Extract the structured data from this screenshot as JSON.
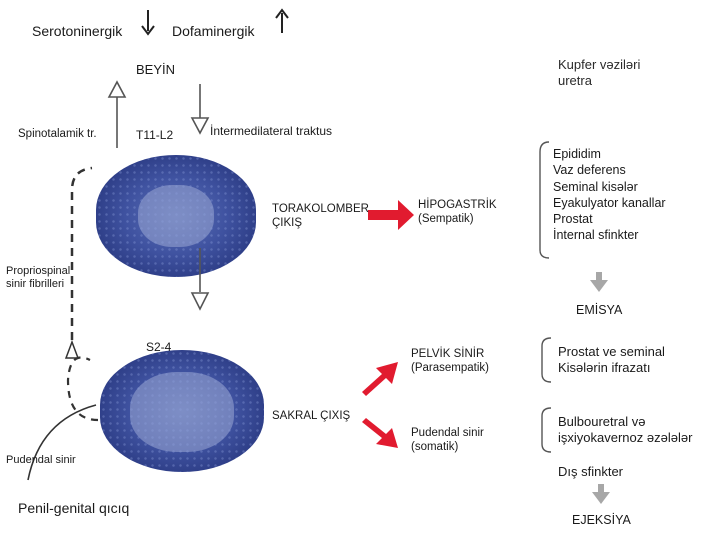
{
  "legend": {
    "serotonergic": "Serotoninergik",
    "dopaminergic": "Dofaminergik"
  },
  "brain": "BEYİN",
  "kupfer": "Kupfer vəziləri\nuretra",
  "spinothalamic": "Spinotalamik tr.",
  "t11_l2": "T11-L2",
  "intermediolateral": "İntermedilateral traktus",
  "thoracolumbar": "TORAKOLOMBER\nÇIKIŞ",
  "hypogastric": "HİPOGASTRİK\n(Sempatik)",
  "sympathetic_targets": "Epididim\nVaz deferens\nSeminal kisələr\nEyakulyator kanallar\nProstat\nİnternal sfinkter",
  "propriospinal": "Propriospinal\nsinir fibrilleri",
  "emission": "EMİSYA",
  "s2_4": "S2-4",
  "pelvic": "PELVİK SİNİR\n(Parasempatik)",
  "prostate_secretion": "Prostat ve seminal\nKisələrin ifrazatı",
  "sacral": "SAKRAL ÇIXIŞ",
  "pudendal_somatic": "Pudendal sinir\n(somatik)",
  "bulbo": "Bulbouretral və\nişxiyokavernoz əzələlər",
  "external_sphincter": "Dış sfinkter",
  "pudendal_nerve": "Pudendal sinir",
  "penile_reflex": "Penil-genital qıcıq",
  "ejaculation": "EJEKSİYA",
  "colors": {
    "arrow_gray": "#a7a7a7",
    "arrow_red": "#e11b2f",
    "spinal_blue": "#3f52a0",
    "cord_gray": "#b7bfd6"
  }
}
